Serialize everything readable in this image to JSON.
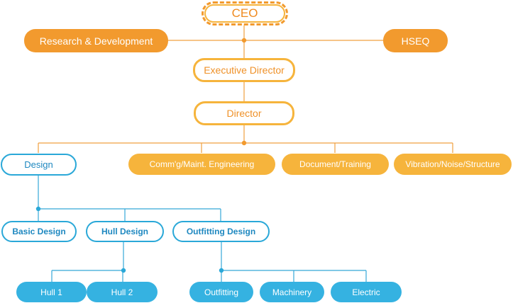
{
  "colors": {
    "orange": "#f29a2e",
    "yellow": "#f6b43c",
    "blue": "#2aa8d8",
    "blue_fill": "#35b2e1",
    "line_orange": "#f0a040",
    "line_blue": "#35a8d8"
  },
  "top": {
    "ceo": "CEO",
    "rnd": "Research & Development",
    "hseq": "HSEQ",
    "executive_director": "Executive Director",
    "director": "Director"
  },
  "departments": {
    "design": "Design",
    "commissioning": "Comm'g/Maint. Engineering",
    "document": "Document/Training",
    "vibration": "Vibration/Noise/Structure"
  },
  "design_groups": {
    "basic": "Basic Design",
    "hull": "Hull Design",
    "outfitting": "Outfitting Design"
  },
  "teams": {
    "hull1": "Hull 1",
    "hull2": "Hull 2",
    "outfitting": "Outfitting",
    "machinery": "Machinery",
    "electric": "Electric"
  }
}
